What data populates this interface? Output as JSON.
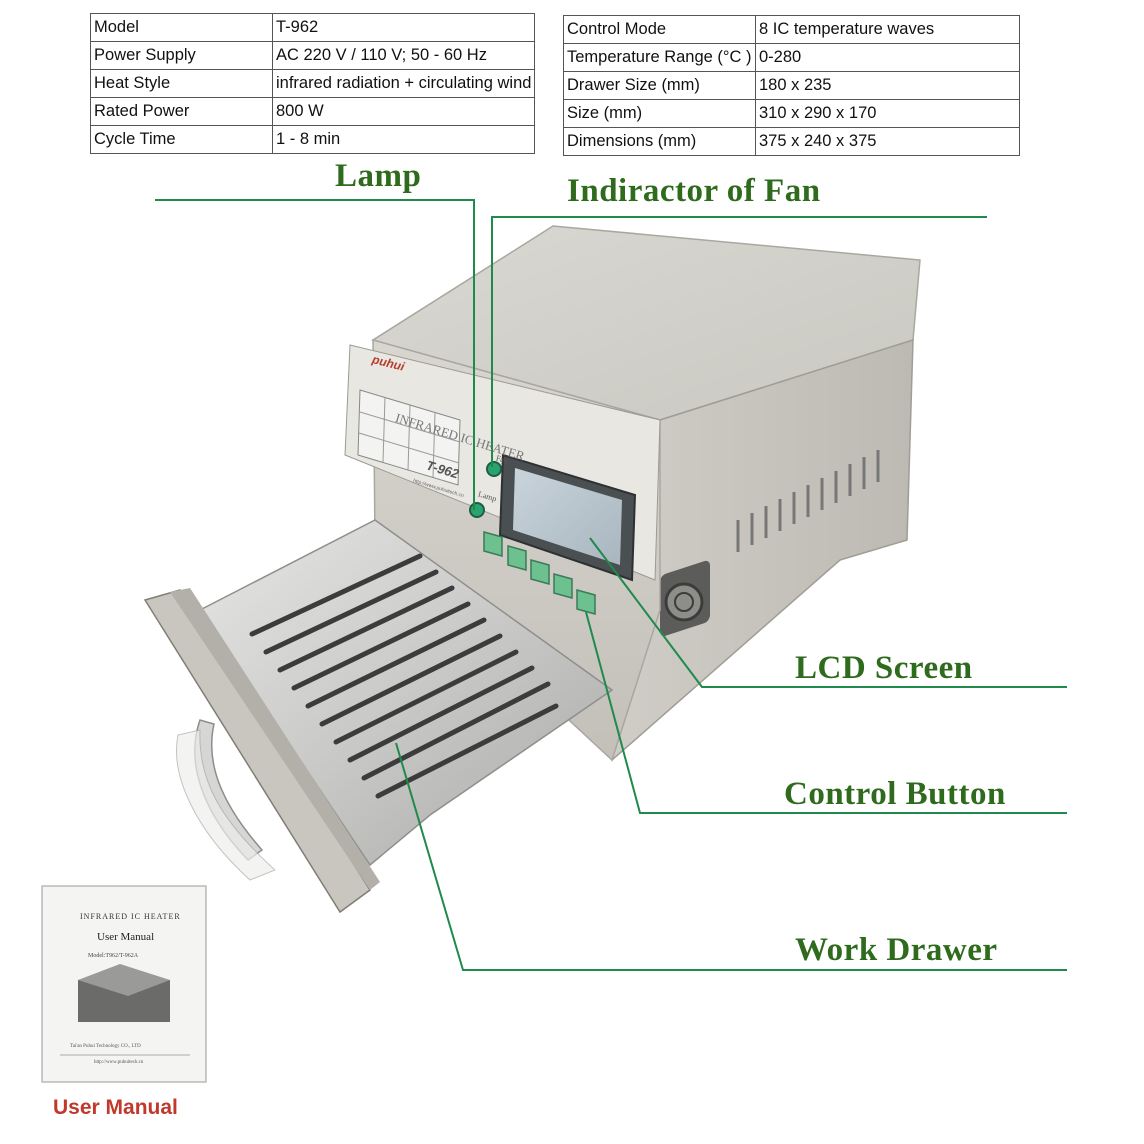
{
  "spec_table_left": [
    {
      "key": "Model",
      "value": "T-962"
    },
    {
      "key": "Power Supply",
      "value": "AC 220 V / 110 V; 50 - 60 Hz"
    },
    {
      "key": "Heat Style",
      "value": "infrared radiation + circulating wind"
    },
    {
      "key": "Rated Power",
      "value": "800 W"
    },
    {
      "key": "Cycle Time",
      "value": "1 - 8 min"
    }
  ],
  "spec_table_right": [
    {
      "key": "Control Mode",
      "value": "8 IC temperature waves"
    },
    {
      "key": "Temperature Range (°C )",
      "value": "0-280"
    },
    {
      "key": "Drawer Size (mm)",
      "value": "180 x 235"
    },
    {
      "key": "Size (mm)",
      "value": "310 x 290 x 170"
    },
    {
      "key": "Dimensions (mm)",
      "value": "375 x 240 x 375"
    }
  ],
  "callouts": {
    "lamp": "Lamp",
    "fan_indicator": "Indiractor of Fan",
    "lcd_screen": "LCD Screen",
    "control_button": "Control Button",
    "work_drawer": "Work Drawer"
  },
  "device": {
    "brand": "puhui",
    "model_label": "T-962",
    "panel_title": "INFRARED IC HEATER",
    "fan_label": "Fan",
    "lamp_label": "Lamp",
    "url": "http://www.puhuitech.cn"
  },
  "manual": {
    "title": "INFRARED IC HEATER",
    "subtitle": "User Manual",
    "model": "Model:T962/T-962A",
    "company": "Tai'an Puhui Technology CO., LTD",
    "url": "http://www.puhuitech.cn",
    "caption": "User Manual"
  },
  "colors": {
    "callout_text": "#2e6b1d",
    "leader_line": "#1f8a4c",
    "manual_caption": "#c0392b"
  }
}
